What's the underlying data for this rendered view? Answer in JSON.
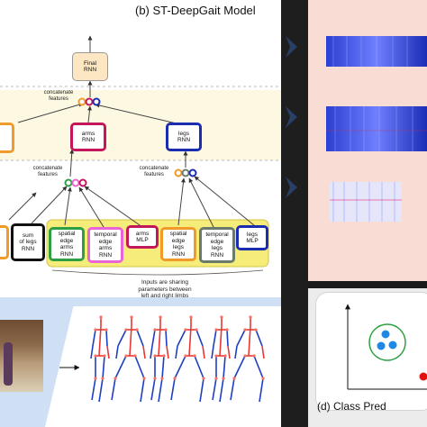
{
  "panels": {
    "model_title": "(b) ST-DeepGait Model",
    "class_label": "(d) Class Pred"
  },
  "nodes": {
    "final": "Final\nRNN",
    "arms_rnn": "arms\nRNN",
    "legs_rnn": "legs\nRNN",
    "sum_legs": "sum\nof legs\nRNN",
    "spatial_arms": "spatial edge\narms\nRNN",
    "temporal_arms": "temporal\nedge\narms\nRNN",
    "arms_mlp": "arms\nMLP",
    "spatial_legs": "spatial edge\nlegs\nRNN",
    "temporal_legs": "temporal\nedge\nlegs\nRNN",
    "legs_mlp": "legs\nMLP"
  },
  "notes": {
    "concat_top": "concatenate\nfeatures",
    "concat_left": "concatenate\nfeatures",
    "concat_right": "concatenate\nfeatures",
    "sharing": "Inputs are sharing\nparameters between\nleft and right limbs"
  },
  "colors": {
    "arms": "#c2185b",
    "legs": "#1a2db0",
    "orange": "#f09a2a",
    "green": "#2ea043",
    "pink": "#ea64d6",
    "gray": "#6b7b6b",
    "black": "#111111",
    "final_fill": "#fce7c2",
    "band": "#fbf2c4",
    "sharing_fill": "#f6ec7a",
    "bone_red": "#e53935",
    "bone_blue": "#1e3fbf",
    "dot_blue": "#1e88e5",
    "cluster_green": "#2ea043",
    "outlier_red": "#d11",
    "arrow_blue": "#2a3f66"
  },
  "icons": {
    "next_arrow": "chevron-right-arrow",
    "feature_map": "heatmap-strip"
  }
}
